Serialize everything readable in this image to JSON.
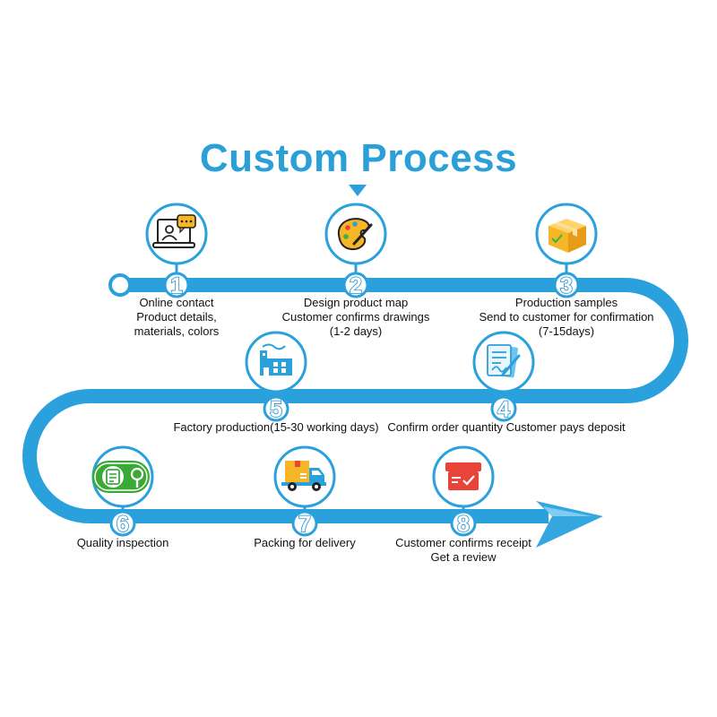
{
  "title": "Custom Process",
  "accent_color": "#2aa0dc",
  "steps": [
    {
      "number": "1",
      "icon": "online-contact-icon",
      "lines": [
        "Online contact",
        "Product details,",
        "materials, colors"
      ]
    },
    {
      "number": "2",
      "icon": "paint-palette-icon",
      "lines": [
        "Design product map",
        "Customer confirms drawings",
        "(1-2 days)"
      ]
    },
    {
      "number": "3",
      "icon": "package-box-icon",
      "lines": [
        "Production samples",
        "Send to customer for confirmation",
        "(7-15days)"
      ]
    },
    {
      "number": "4",
      "icon": "signed-document-icon",
      "lines": [
        "Confirm order quantity Customer pays deposit"
      ]
    },
    {
      "number": "5",
      "icon": "factory-icon",
      "lines": [
        "Factory production(15-30 working days)"
      ]
    },
    {
      "number": "6",
      "icon": "quality-inspection-icon",
      "lines": [
        "Quality inspection"
      ]
    },
    {
      "number": "7",
      "icon": "delivery-truck-icon",
      "lines": [
        "Packing for delivery"
      ]
    },
    {
      "number": "8",
      "icon": "receipt-box-icon",
      "lines": [
        "Customer confirms receipt",
        "Get a review"
      ]
    }
  ]
}
